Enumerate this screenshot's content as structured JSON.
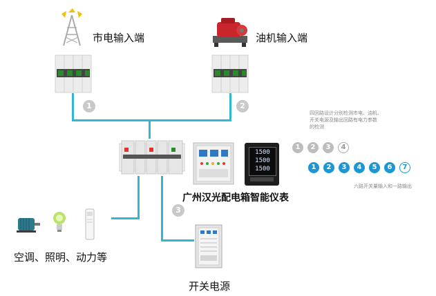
{
  "labels": {
    "mains_input": "市电输入端",
    "generator_input": "油机输入端",
    "meter": "广州汉光配电箱智能仪表",
    "loads": "空调、照明、动力等",
    "switch_power": "开关电源"
  },
  "wire_numbers": {
    "n1": "1",
    "n2": "2",
    "n3": "3"
  },
  "note_top": {
    "line1": "四回路设计分别检测市电、油机、",
    "line2": "开关电源及输出回路有电力参数",
    "line3": "的检测"
  },
  "note_bottom": "六路开关量输入和一路输出",
  "gray_circles": [
    "1",
    "2",
    "3",
    "4"
  ],
  "blue_circles": [
    "1",
    "2",
    "3",
    "4",
    "5",
    "6",
    "7"
  ],
  "meter_display": [
    "1500",
    "1500",
    "1500"
  ],
  "colors": {
    "wire": "#32b6d6",
    "blue_circle": "#1a97d4",
    "gray_circle": "#bdbdbd"
  },
  "icons": [
    "tower-icon",
    "generator-icon",
    "breaker-icon",
    "meter-icon",
    "switchgear-icon",
    "motor-icon",
    "bulb-icon",
    "air-conditioner-icon"
  ]
}
